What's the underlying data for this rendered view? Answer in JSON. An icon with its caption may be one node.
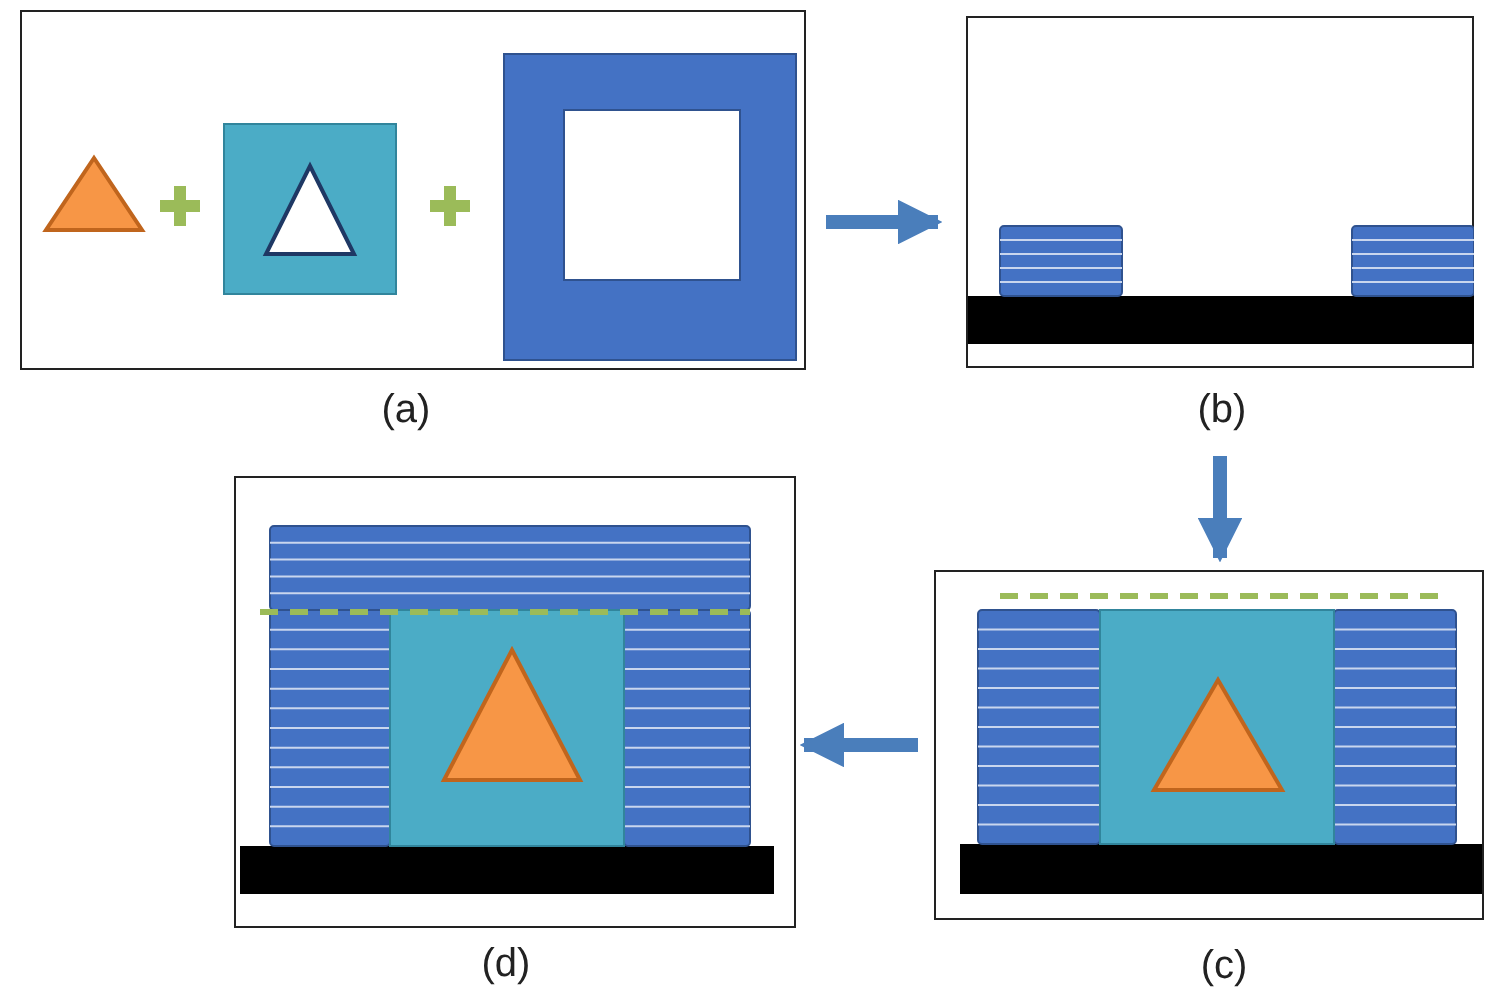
{
  "diagram": {
    "nodes": [
      {
        "text": [],
        "shape": "box",
        "beside": [
          "(a)"
        ]
      },
      {
        "text": [],
        "shape": "box",
        "beside": [
          "(b)"
        ]
      },
      {
        "text": [],
        "shape": "box",
        "beside": [
          "(c)"
        ]
      },
      {
        "text": [],
        "shape": "box",
        "beside": [
          "(d)"
        ]
      }
    ],
    "edges": [
      {
        "from": 0,
        "to": 1,
        "arrow": "to"
      },
      {
        "from": 1,
        "to": 2,
        "arrow": "to"
      },
      {
        "from": 2,
        "to": 3,
        "arrow": "to"
      }
    ]
  }
}
